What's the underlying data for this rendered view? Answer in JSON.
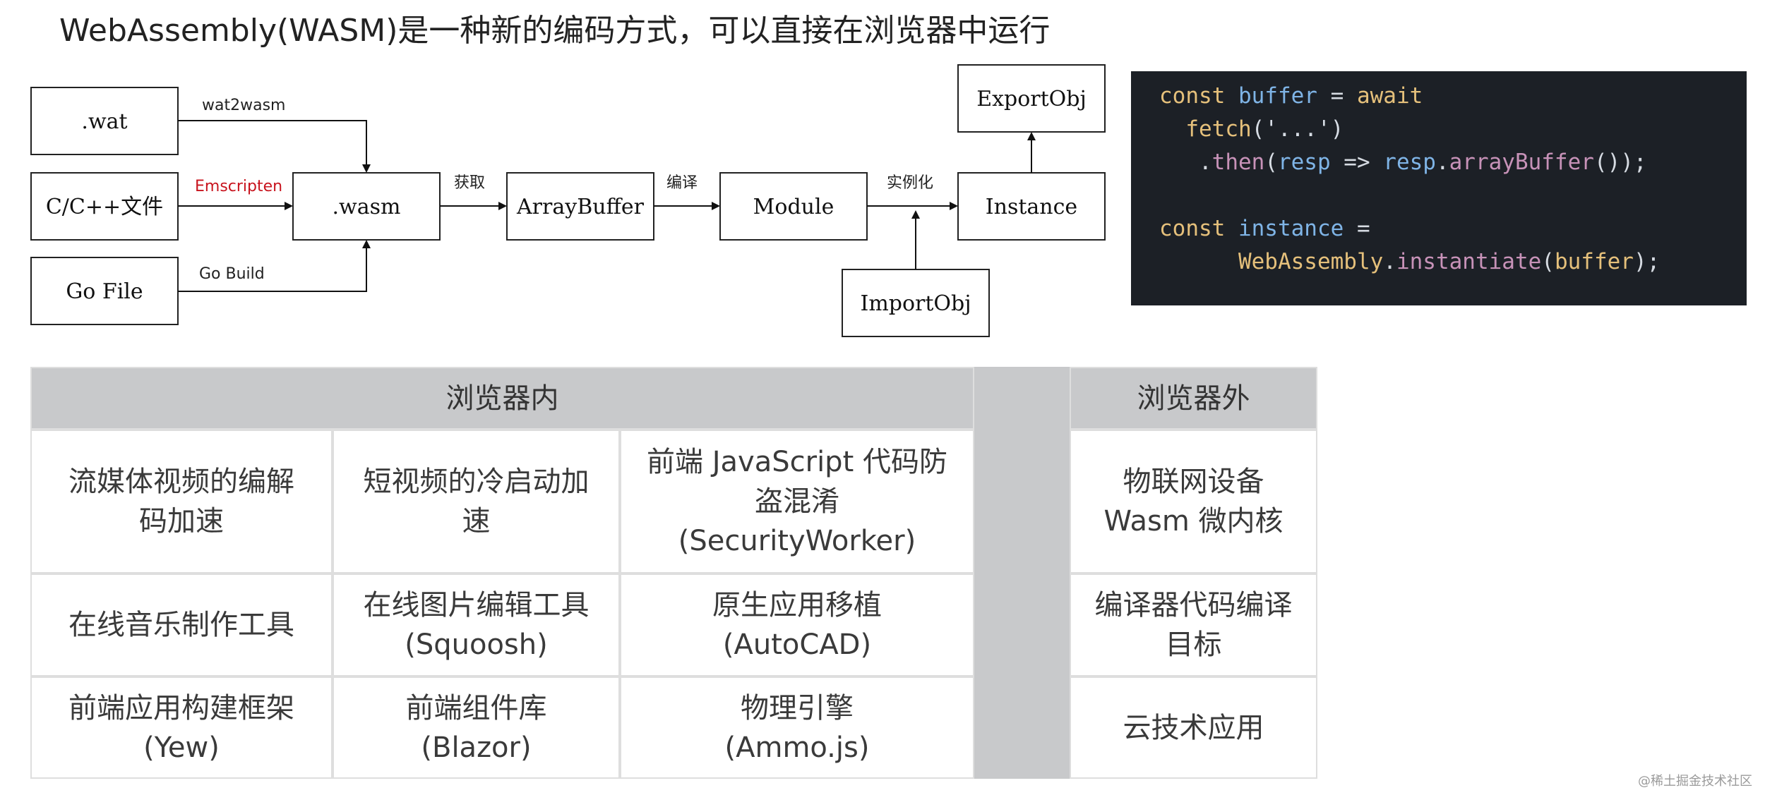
{
  "title": "WebAssembly(WASM)是一种新的编码方式，可以直接在浏览器中运行",
  "diagram": {
    "nodes": {
      "wat": ".wat",
      "cpp": "C/C++文件",
      "go": "Go File",
      "wasm": ".wasm",
      "arraybuffer": "ArrayBuffer",
      "module": "Module",
      "instance": "Instance",
      "exportobj": "ExportObj",
      "importobj": "ImportObj"
    },
    "edges": {
      "wat2wasm": "wat2wasm",
      "emscripten": "Emscripten",
      "gobuild": "Go Build",
      "fetch": "获取",
      "compile": "编译",
      "instantiate": "实例化"
    },
    "colors": {
      "emscripten_label": "#c8141e"
    }
  },
  "code": {
    "background": "#1c2026",
    "lines": [
      [
        {
          "t": "const ",
          "c": "kw"
        },
        {
          "t": "buffer",
          "c": "var"
        },
        {
          "t": " = ",
          "c": "op"
        },
        {
          "t": "await",
          "c": "kw"
        }
      ],
      [
        {
          "t": "  ",
          "c": "op"
        },
        {
          "t": "fetch",
          "c": "fn"
        },
        {
          "t": "('...')",
          "c": "str"
        }
      ],
      [
        {
          "t": "   .",
          "c": "op"
        },
        {
          "t": "then",
          "c": "meth"
        },
        {
          "t": "(",
          "c": "op"
        },
        {
          "t": "resp",
          "c": "var"
        },
        {
          "t": " => ",
          "c": "op"
        },
        {
          "t": "resp",
          "c": "var"
        },
        {
          "t": ".",
          "c": "op"
        },
        {
          "t": "arrayBuffer",
          "c": "meth"
        },
        {
          "t": "());",
          "c": "op"
        }
      ],
      [],
      [
        {
          "t": "const ",
          "c": "kw"
        },
        {
          "t": "instance",
          "c": "var"
        },
        {
          "t": " =",
          "c": "op"
        }
      ],
      [
        {
          "t": "      ",
          "c": "op"
        },
        {
          "t": "WebAssembly",
          "c": "fn"
        },
        {
          "t": ".",
          "c": "op"
        },
        {
          "t": "instantiate",
          "c": "meth"
        },
        {
          "t": "(",
          "c": "op"
        },
        {
          "t": "buffer",
          "c": "fn"
        },
        {
          "t": ");",
          "c": "op"
        }
      ]
    ]
  },
  "table": {
    "header_inside": "浏览器内",
    "header_outside": "浏览器外",
    "rows": [
      {
        "inside": [
          "流媒体视频的编解\n码加速",
          "短视频的冷启动加\n速",
          "前端 JavaScript 代码防\n盗混淆\n(SecurityWorker)"
        ],
        "outside": "物联网设备\nWasm 微内核"
      },
      {
        "inside": [
          "在线音乐制作工具",
          "在线图片编辑工具\n(Squoosh)",
          "原生应用移植\n(AutoCAD)"
        ],
        "outside": "编译器代码编译\n目标"
      },
      {
        "inside": [
          "前端应用构建框架\n(Yew)",
          "前端组件库\n(Blazor)",
          "物理引擎\n(Ammo.js)"
        ],
        "outside": "云技术应用"
      }
    ]
  },
  "watermark": "@稀土掘金技术社区"
}
